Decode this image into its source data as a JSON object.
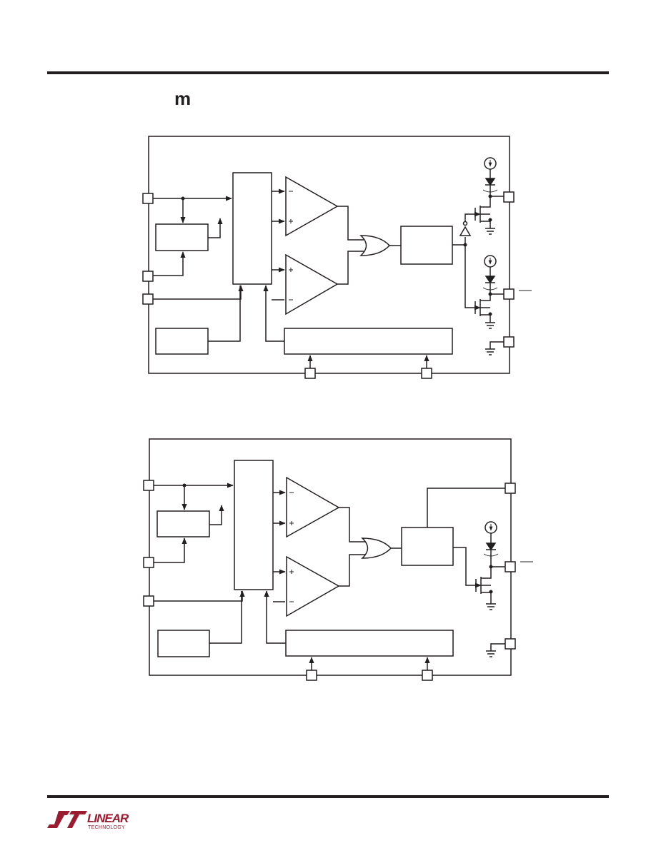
{
  "header": {
    "section_mark": "m"
  },
  "logo": {
    "line1": "LINEAR",
    "line2": "TECHNOLOGY",
    "color": "#9b1b30"
  },
  "colors": {
    "ink": "#231f20",
    "paper": "#ffffff"
  }
}
